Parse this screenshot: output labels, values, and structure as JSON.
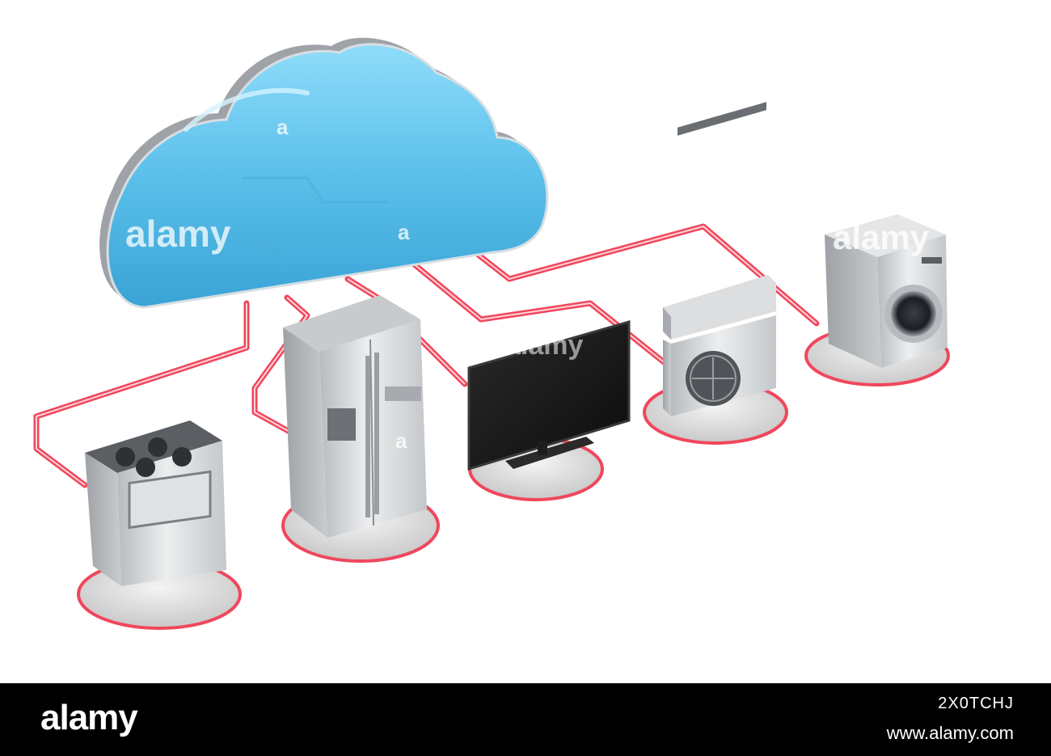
{
  "image": {
    "subject": "cloud-connected-home-appliances",
    "colors": {
      "background": "#ffffff",
      "cloud": "#5bc0ea",
      "cable": "#f0475c",
      "appliance": "#d8dadc",
      "footer": "#000000"
    },
    "devices": [
      "gas-stove",
      "side-by-side-refrigerator",
      "flat-tv",
      "air-conditioner",
      "washing-machine"
    ]
  },
  "watermark": {
    "brand": "alamy",
    "small_mark": "a",
    "image_id": "2X0TCHJ",
    "url": "www.alamy.com"
  }
}
